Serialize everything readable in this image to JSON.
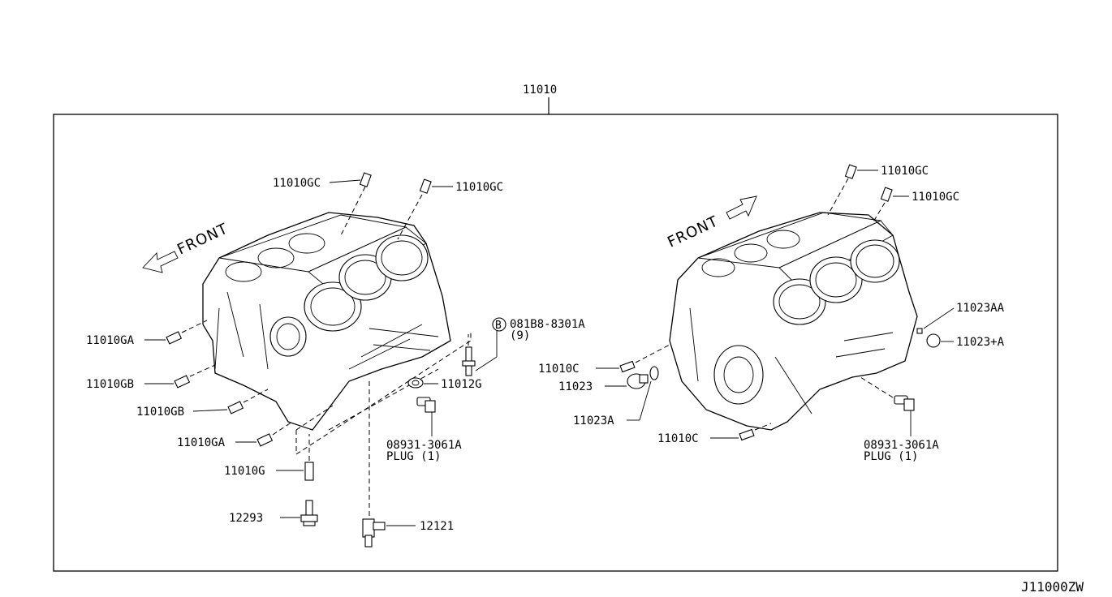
{
  "diagram_code": "J11000ZW",
  "assembly_label": "11010",
  "front_label": "FRONT",
  "left_block": {
    "labels": {
      "gc_a": "11010GC",
      "gc_b": "11010GC",
      "ga_top": "11010GA",
      "gb_top": "11010GB",
      "gb_mid": "11010GB",
      "ga_bot": "11010GA",
      "g": "11010G",
      "p12293": "12293",
      "p12121": "12121",
      "bolt_circle": "B",
      "bolt_code": "081B8-8301A",
      "bolt_qty": "(9)",
      "p11012g": "11012G",
      "plug_code": "08931-3061A",
      "plug_desc": "PLUG (1)"
    }
  },
  "right_block": {
    "labels": {
      "gc_a": "11010GC",
      "gc_b": "11010GC",
      "p11023aa": "11023AA",
      "p11023a_plus": "11023+A",
      "c_top": "11010C",
      "p11023": "11023",
      "p11023a": "11023A",
      "c_bot": "11010C",
      "plug_code": "08931-3061A",
      "plug_desc": "PLUG (1)"
    }
  }
}
